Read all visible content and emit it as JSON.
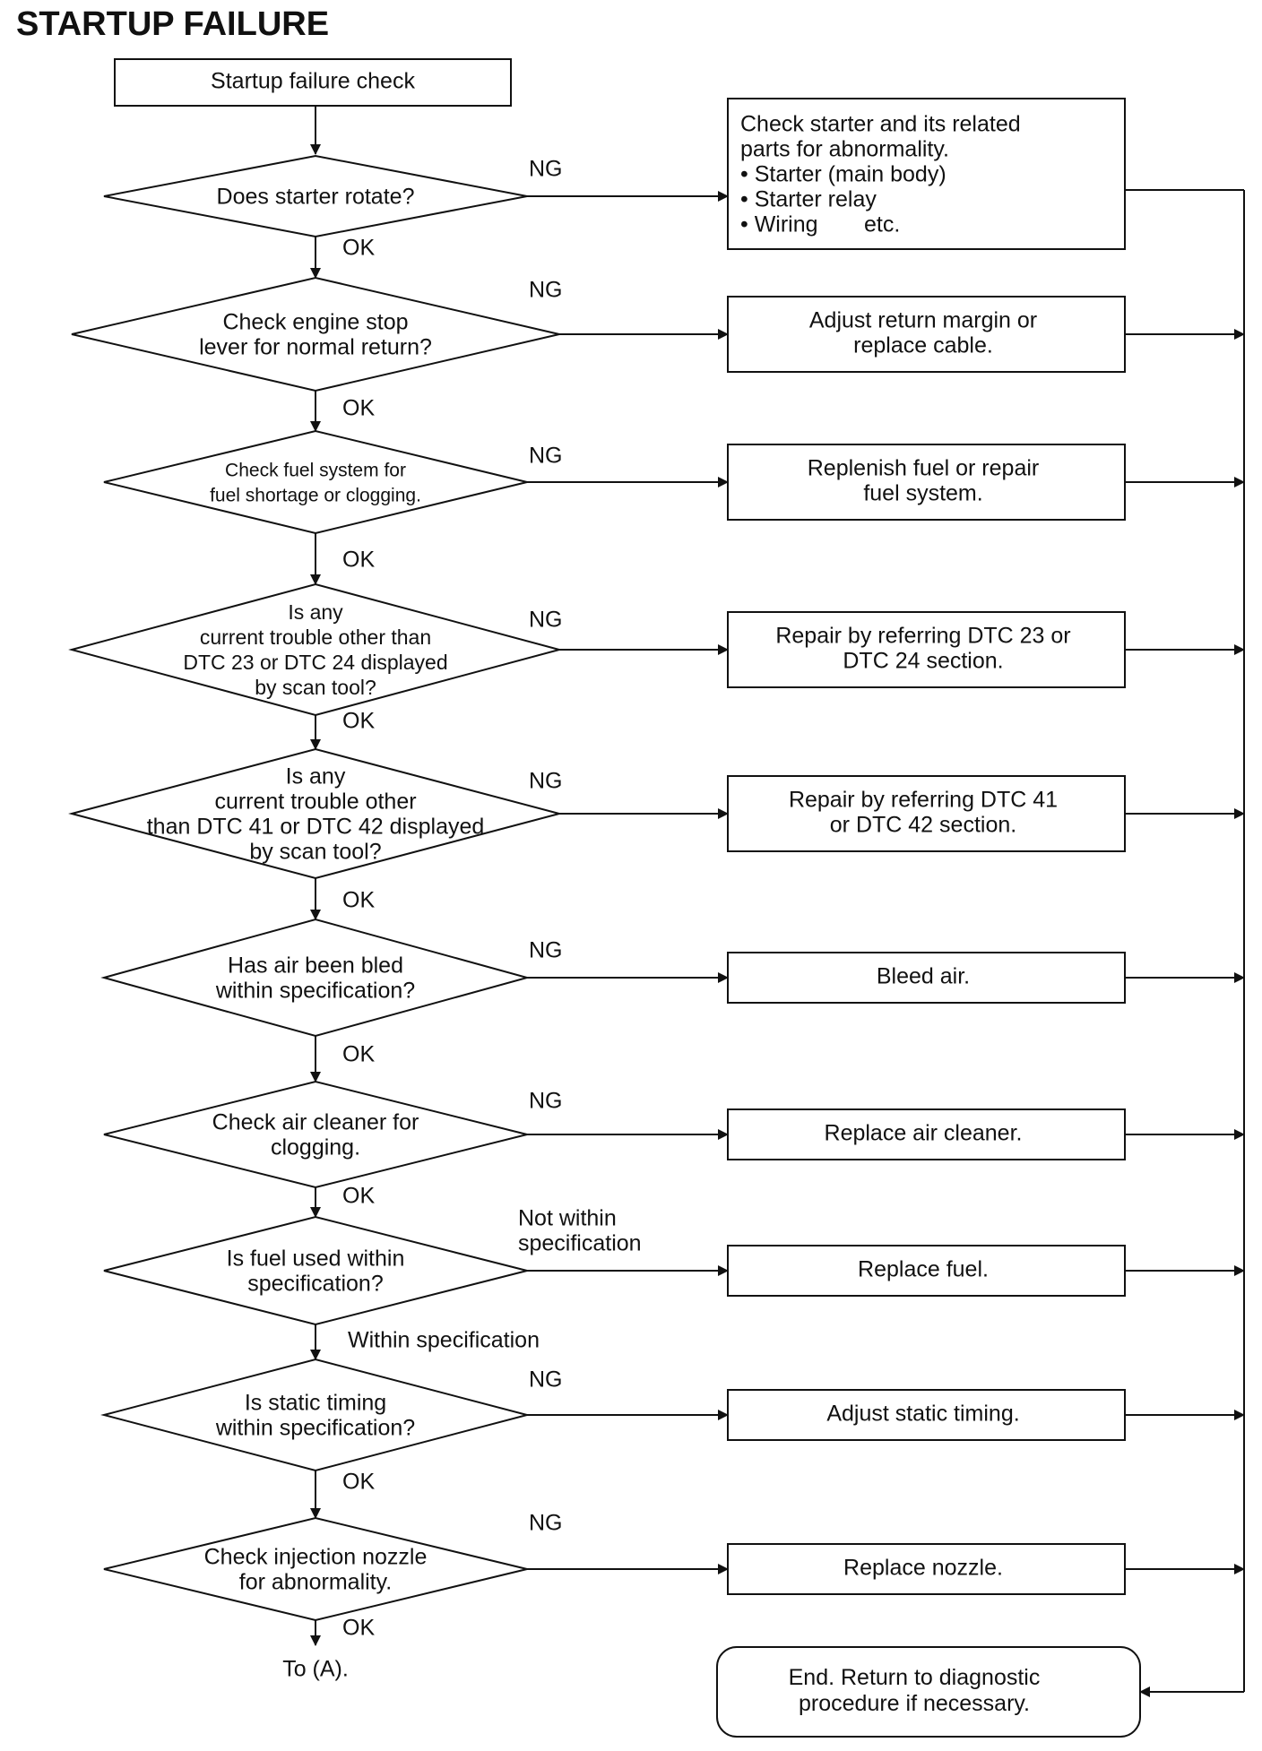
{
  "title": "STARTUP FAILURE",
  "start": "Startup failure check",
  "starter_box": {
    "lines": [
      "Check starter and its related",
      "parts for abnormality."
    ],
    "items": [
      "• Starter (main body)",
      "• Starter relay",
      "• Wiring"
    ],
    "etc": "etc."
  },
  "steps": [
    {
      "question": [
        "Does starter rotate?"
      ],
      "ng_label": [
        "NG"
      ],
      "ok_label": "OK",
      "action": []
    },
    {
      "question": [
        "Check engine stop",
        "lever for normal return?"
      ],
      "ng_label": [
        "NG"
      ],
      "ok_label": "OK",
      "action": [
        "Adjust return margin or",
        "replace cable."
      ]
    },
    {
      "question": [
        "Check fuel system for",
        "fuel shortage or clogging."
      ],
      "ng_label": [
        "NG"
      ],
      "ok_label": "OK",
      "action": [
        "Replenish fuel or repair",
        "fuel system."
      ]
    },
    {
      "question": [
        "Is any",
        "current trouble other than",
        "DTC 23 or DTC 24 displayed",
        "by scan tool?"
      ],
      "ng_label": [
        "NG"
      ],
      "ok_label": "OK",
      "action": [
        "Repair by referring DTC 23 or",
        "DTC 24 section."
      ]
    },
    {
      "question": [
        "Is any",
        "current trouble other",
        "than DTC 41 or DTC 42 displayed",
        "by scan tool?"
      ],
      "ng_label": [
        "NG"
      ],
      "ok_label": "OK",
      "action": [
        "Repair by referring DTC 41",
        "or DTC 42 section."
      ]
    },
    {
      "question": [
        "Has air been bled",
        "within specification?"
      ],
      "ng_label": [
        "NG"
      ],
      "ok_label": "OK",
      "action": [
        "Bleed air."
      ]
    },
    {
      "question": [
        "Check air cleaner for",
        "clogging."
      ],
      "ng_label": [
        "NG"
      ],
      "ok_label": "OK",
      "action": [
        "Replace air cleaner."
      ]
    },
    {
      "question": [
        "Is fuel used within",
        "specification?"
      ],
      "ng_label": [
        "Not within",
        "specification"
      ],
      "ok_label": "Within specification",
      "action": [
        "Replace fuel."
      ]
    },
    {
      "question": [
        "Is static timing",
        "within specification?"
      ],
      "ng_label": [
        "NG"
      ],
      "ok_label": "OK",
      "action": [
        "Adjust static timing."
      ]
    },
    {
      "question": [
        "Check injection nozzle",
        "for abnormality."
      ],
      "ng_label": [
        "NG"
      ],
      "ok_label": "OK",
      "action": [
        "Replace nozzle."
      ]
    }
  ],
  "end_box": [
    "End. Return to diagnostic",
    "procedure if necessary."
  ],
  "to_next": "To (A)."
}
